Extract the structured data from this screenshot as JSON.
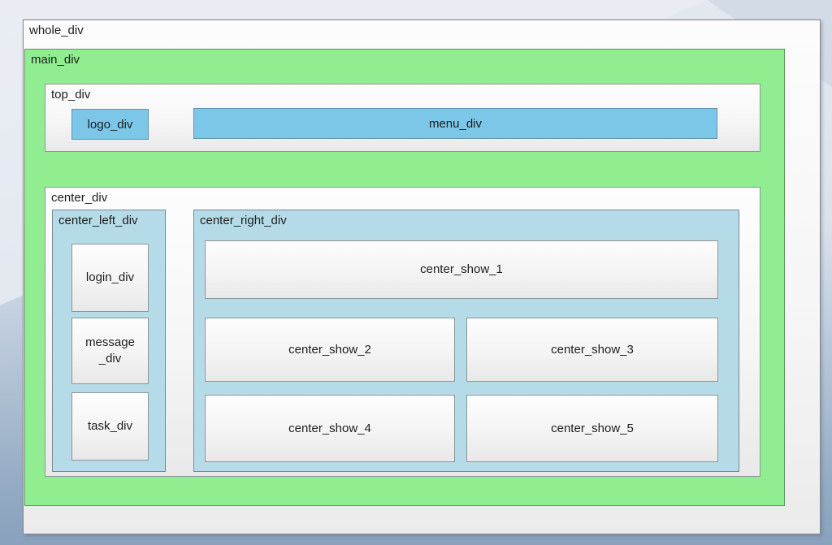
{
  "layout": {
    "whole_label": "whole_div",
    "main_label": "main_div",
    "top": {
      "label": "top_div",
      "logo_label": "logo_div",
      "menu_label": "menu_div"
    },
    "center": {
      "label": "center_div",
      "left": {
        "label": "center_left_div",
        "boxes": [
          "login_div",
          "message_div",
          "task_div"
        ]
      },
      "right": {
        "label": "center_right_div",
        "boxes": [
          "center_show_1",
          "center_show_2",
          "center_show_3",
          "center_show_4",
          "center_show_5"
        ]
      }
    }
  },
  "colors": {
    "main_green": "#90ee90",
    "box_blue": "#7cc6e8",
    "panel_blue": "#b5dbe8",
    "text": "#1d1d1d"
  }
}
